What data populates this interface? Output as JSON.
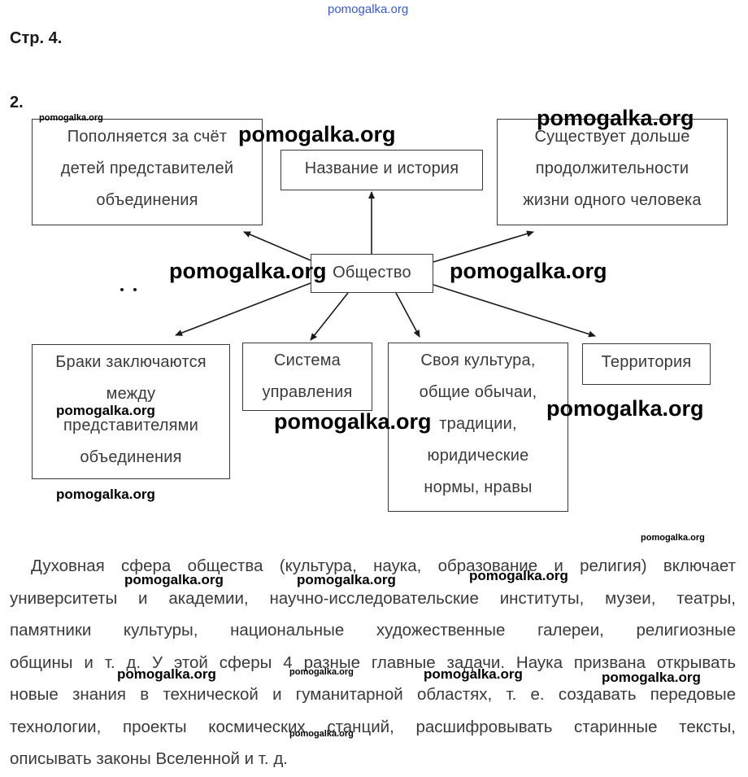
{
  "watermark_top": "pomogalka.org",
  "page_label": "Стр. 4.",
  "task_number": "2.",
  "diagram": {
    "center": "Общество",
    "top": "Название и история",
    "top_left": [
      "Пополняется за счёт",
      "детей представителей",
      "объединения"
    ],
    "top_right": [
      "Существует дольше",
      "продолжительности",
      "жизни одного человека"
    ],
    "bottom_1": [
      "Браки заключаются",
      "между",
      "представителями",
      "объединения"
    ],
    "bottom_2": [
      "Система",
      "управления"
    ],
    "bottom_3": [
      "Своя культура,",
      "общие обычаи,",
      "традиции,",
      "юридические",
      "нормы, нравы"
    ],
    "bottom_4": "Территория"
  },
  "paragraph_lines": [
    "Духовная сфера общества (культура, наука, образование и религия) включает",
    "университеты и академии, научно-исследовательские институты, музеи, театры,",
    "памятники культуры, национальные художественные галереи, религиозные",
    "общины и т. д. У этой сферы 4 разные главные задачи. Наука призвана открывать",
    "новые знания в технической и гуманитарной областях, т. е. создавать передовые",
    "технологии, проекты космических станций, расшифровывать старинные тексты,",
    "описывать законы Вселенной и т. д."
  ],
  "watermark": "pomogalka.org"
}
